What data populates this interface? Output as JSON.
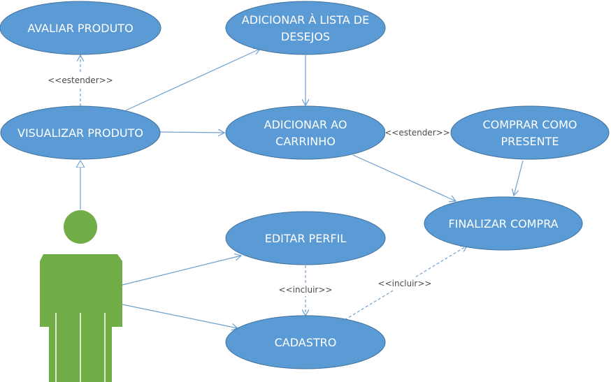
{
  "usecases": {
    "avaliar": {
      "line1": "AVALIAR PRODUTO",
      "line2": ""
    },
    "lista": {
      "line1": "ADICIONAR À LISTA DE",
      "line2": "DESEJOS"
    },
    "visualizar": {
      "line1": "VISUALIZAR PRODUTO",
      "line2": ""
    },
    "carrinho": {
      "line1": "ADICIONAR AO",
      "line2": "CARRINHO"
    },
    "presente": {
      "line1": "COMPRAR COMO",
      "line2": "PRESENTE"
    },
    "finalizar": {
      "line1": "FINALIZAR COMPRA",
      "line2": ""
    },
    "editar": {
      "line1": "EDITAR PERFIL",
      "line2": ""
    },
    "cadastro": {
      "line1": "CADASTRO",
      "line2": ""
    }
  },
  "labels": {
    "estender_avaliar": "<<estender>>",
    "estender_presente": "<<estender>>",
    "incluir_editar": "<<incluir>>",
    "incluir_finalizar": "<<incluir>>"
  },
  "colors": {
    "usecase_fill": "#5b9bd5",
    "usecase_stroke": "#41719c",
    "actor": "#70ad47",
    "connector": "#6f9fcf"
  }
}
